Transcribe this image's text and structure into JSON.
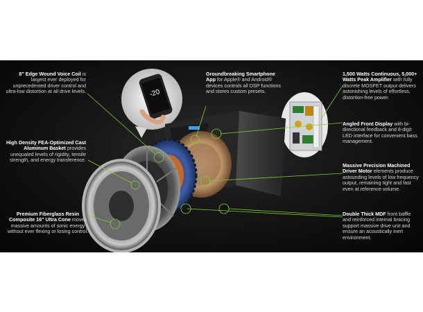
{
  "callouts": {
    "voice_coil": {
      "bold": "8\" Edge Wound Voice Coil",
      "text": " is largest ever deployed for unprecedented driver control and ultra-low distortion at all drive levels."
    },
    "app": {
      "bold": "Groundbreaking Smartphone App",
      "text": " for Apple® and Android® devices controls all DSP functions and stores custom presets."
    },
    "amplifier": {
      "bold": "1,500 Watts Continuous, 5,000+ Watts Peak Amplifier",
      "text": " with fully discrete MOSFET output delivers astonishing levels of effortless, distortion-free power."
    },
    "display": {
      "bold": "Angled Front Display",
      "text": " with bi-directional feedback and 8-digit LED interface for convenient bass management."
    },
    "basket": {
      "bold": "High Density FEA-Optimized Cast Aluminum Basket",
      "text": " provides unequaled levels of rigidity, tensile strength, and energy transference."
    },
    "motor": {
      "bold": "Massive Precision Machined Driver Motor",
      "text": " elements produce astounding levels of low frequency output, remaining tight and fast even at reference volume."
    },
    "cone": {
      "bold": "Premium Fiberglass Resin Composite 16\" Ultra Cone",
      "text": " moves massive amounts of sonic energy without ever flexing or losing control."
    },
    "mdf": {
      "bold": "Double Thick MDF",
      "text": " front baffle and reinforced internal bracing support massive drive unit and ensure an acoustically inert environment."
    }
  },
  "phone_screen": {
    "value": "-20"
  },
  "colors": {
    "accent_line": "#7fd12a",
    "background": "#111111"
  }
}
